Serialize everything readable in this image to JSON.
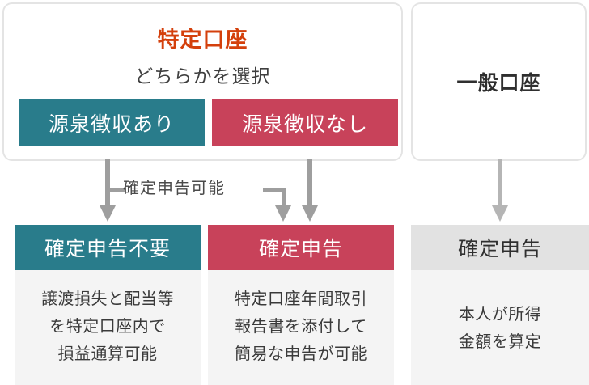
{
  "diagram": {
    "panels": [
      {
        "id": "tokutei-kouza",
        "title": "特定口座",
        "subtitle": "どちらかを選択",
        "title_color": "#d4400c",
        "chips": [
          {
            "label": "源泉徴収あり",
            "color": "#297c8b"
          },
          {
            "label": "源泉徴収なし",
            "color": "#c8425a"
          }
        ]
      },
      {
        "id": "ippan-kouza",
        "title": "一般口座",
        "title_color": "#2f2f2f"
      }
    ],
    "connector": {
      "label": "確定申告可能",
      "arrow_color": "#9e9e9e",
      "arrow_color_light": "#b5b5b5"
    },
    "cards": [
      {
        "id": "kakutei-shinkoku-fuyou",
        "header": "確定申告不要",
        "header_color": "#297c8b",
        "lines": [
          "譲渡損失と配当等",
          "を特定口座内で",
          "損益通算可能"
        ]
      },
      {
        "id": "kakutei-shinkoku-kanni",
        "header": "確定申告",
        "header_color": "#c8425a",
        "lines": [
          "特定口座年間取引",
          "報告書を添付して",
          "簡易な申告が可能"
        ]
      },
      {
        "id": "kakutei-shinkoku-honnin",
        "header": "確定申告",
        "header_color": "#e2e2e2",
        "lines": [
          "本人が所得",
          "金額を算定"
        ]
      }
    ]
  }
}
